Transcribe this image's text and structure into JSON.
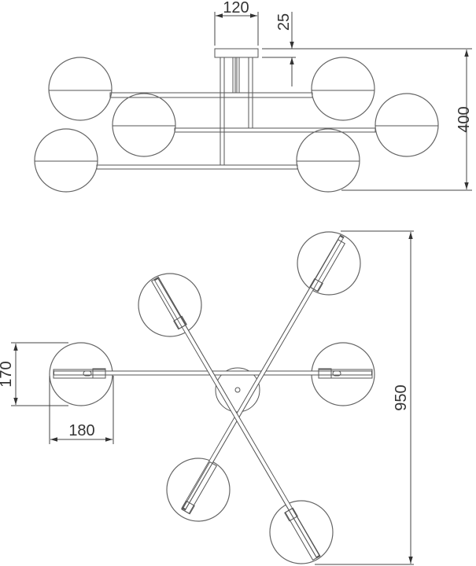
{
  "drawing": {
    "side_view": {
      "canopy_width": "120",
      "canopy_height": "25",
      "total_height": "400"
    },
    "top_view": {
      "shade_height": "170",
      "shade_width": "180",
      "total_length": "950"
    },
    "line_color": "#555555"
  }
}
